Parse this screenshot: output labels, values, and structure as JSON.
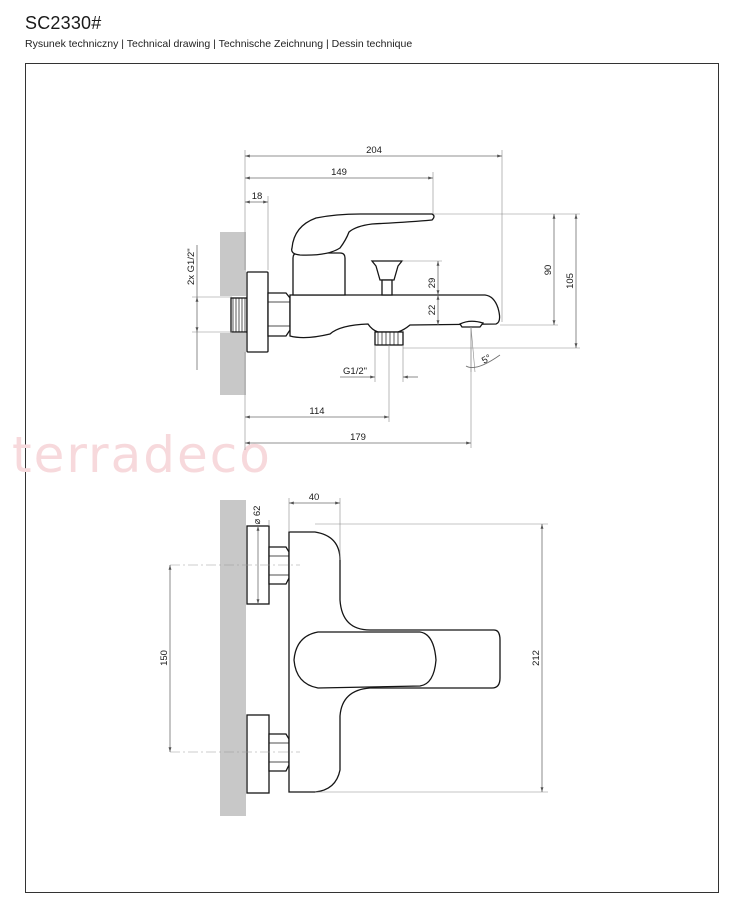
{
  "header": {
    "title": "SC2330#",
    "subtitle": "Rysunek techniczny | Technical drawing | Technische Zeichnung | Dessin technique"
  },
  "watermark": "terradeco",
  "side_view": {
    "dims": {
      "overall_length": "204",
      "spout_length": "149",
      "wall_offset": "18",
      "connection": "2x G1/2\"",
      "body_height": "29",
      "spout_height": "22",
      "handle_height": "90",
      "total_height": "105",
      "outlet_thread": "G1/2\"",
      "outlet_distance": "114",
      "spout_reach": "179",
      "spout_angle": "5°"
    }
  },
  "top_view": {
    "dims": {
      "escutcheon_diameter": "⌀ 62",
      "lever_offset": "40",
      "spacing": "150",
      "body_width": "212"
    }
  },
  "colors": {
    "line": "#151515",
    "dimension": "#6e6e6e",
    "wall": "#c8c8c8",
    "watermark": "#f7d9dc"
  }
}
